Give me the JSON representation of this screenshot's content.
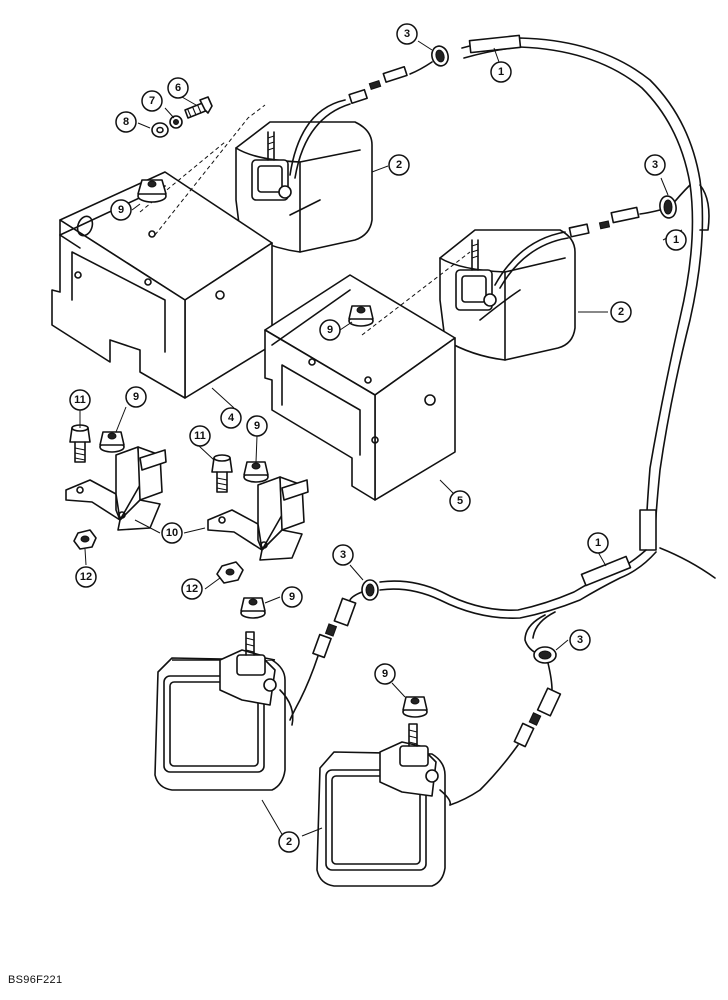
{
  "figure_code": "BS96F221",
  "callouts": {
    "c1": "3",
    "c2": "1",
    "c3": "6",
    "c4": "7",
    "c5": "8",
    "c6": "2",
    "c7": "9",
    "c8": "3",
    "c9": "1",
    "c10": "9",
    "c11": "2",
    "c12": "11",
    "c13": "9",
    "c14": "11",
    "c15": "9",
    "c16": "4",
    "c17": "10",
    "c18": "5",
    "c19": "12",
    "c20": "12",
    "c21": "1",
    "c22": "3",
    "c23": "9",
    "c24": "3",
    "c25": "9",
    "c26": "2"
  }
}
